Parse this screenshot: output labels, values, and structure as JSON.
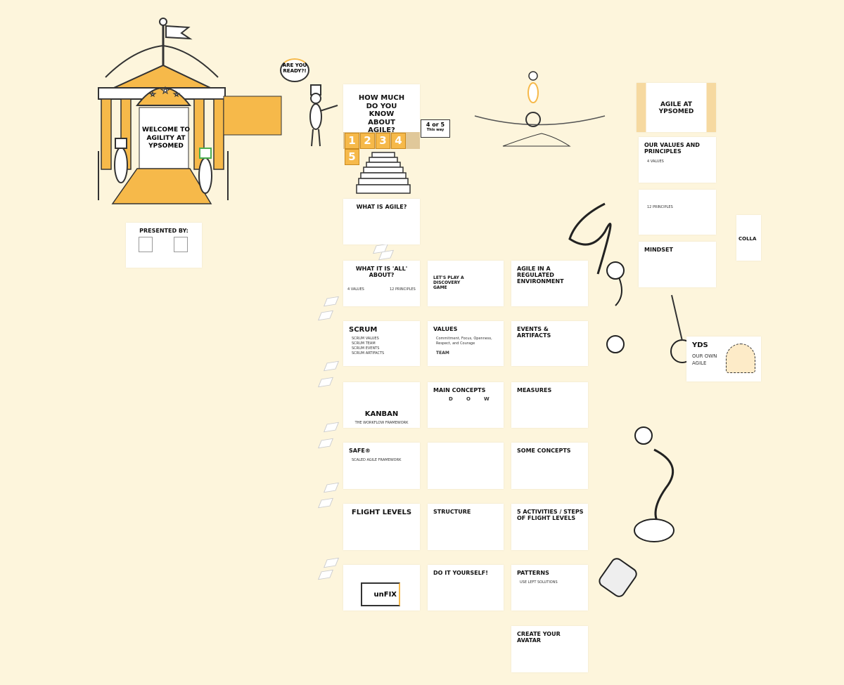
{
  "colors": {
    "background": "#fdf5dc",
    "accent": "#f6b94a",
    "ink": "#222222"
  },
  "welcome": {
    "title": "WELCOME TO AGILITY AT YPSOMED"
  },
  "presented": {
    "title": "PRESENTED BY:"
  },
  "speech": {
    "text": "ARE YOU READY?!"
  },
  "quiz": {
    "title": "HOW MUCH DO YOU KNOW ABOUT AGILE?",
    "numbers": [
      "1",
      "2",
      "3",
      "4",
      "5"
    ],
    "sign_main": "4 or 5",
    "sign_sub": "This way"
  },
  "cards": [
    {
      "title": "WHAT IS AGILE?"
    },
    {
      "title": "WHAT IT IS 'ALL' ABOUT?",
      "left": "4 VALUES",
      "right": "12 PRINCIPLES"
    },
    {
      "title": "LET'S PLAY A DISCOVERY GAME"
    },
    {
      "title": "AGILE IN A REGULATED ENVIRONMENT"
    },
    {
      "title": "SCRUM",
      "lines": [
        "SCRUM VALUES",
        "SCRUM TEAM",
        "SCRUM EVENTS",
        "SCRUM ARTIFACTS"
      ]
    },
    {
      "title": "VALUES",
      "subtitle": "Commitment, Focus, Openness, Respect, and Courage",
      "team": "TEAM"
    },
    {
      "title": "EVENTS & ARTIFACTS"
    },
    {
      "title": "KANBAN",
      "subtitle": "THE WORKFLOW FRAMEWORK"
    },
    {
      "title": "MAIN CONCEPTS",
      "letters": [
        "D",
        "O",
        "W"
      ]
    },
    {
      "title": "MEASURES"
    },
    {
      "title": "SAFe®",
      "subtitle": "SCALED AGILE FRAMEWORK"
    },
    {
      "title": ""
    },
    {
      "title": "SOME CONCEPTS"
    },
    {
      "title": "FLIGHT LEVELS"
    },
    {
      "title": "STRUCTURE"
    },
    {
      "title": "5 ACTIVITIES / STEPS of FLIGHT LEVELS"
    },
    {
      "title": "",
      "box": "unFIX"
    },
    {
      "title": "DO IT YOURSELF!"
    },
    {
      "title": "PATTERNS",
      "subtitle": "USE LEFT SOLUTIONS"
    },
    {
      "title": "Create your avatar"
    },
    {
      "title": "AGILE AT YPSOMED"
    },
    {
      "title": "OUR VALUES AND PRINCIPLES",
      "subtitle": "4 VALUES"
    },
    {
      "title": "",
      "subtitle": "12 PRINCIPLES"
    },
    {
      "title": "MINDSET"
    },
    {
      "title": "COLLA"
    },
    {
      "title": "YDS",
      "subtitle": "OUR OWN AGILE"
    }
  ]
}
